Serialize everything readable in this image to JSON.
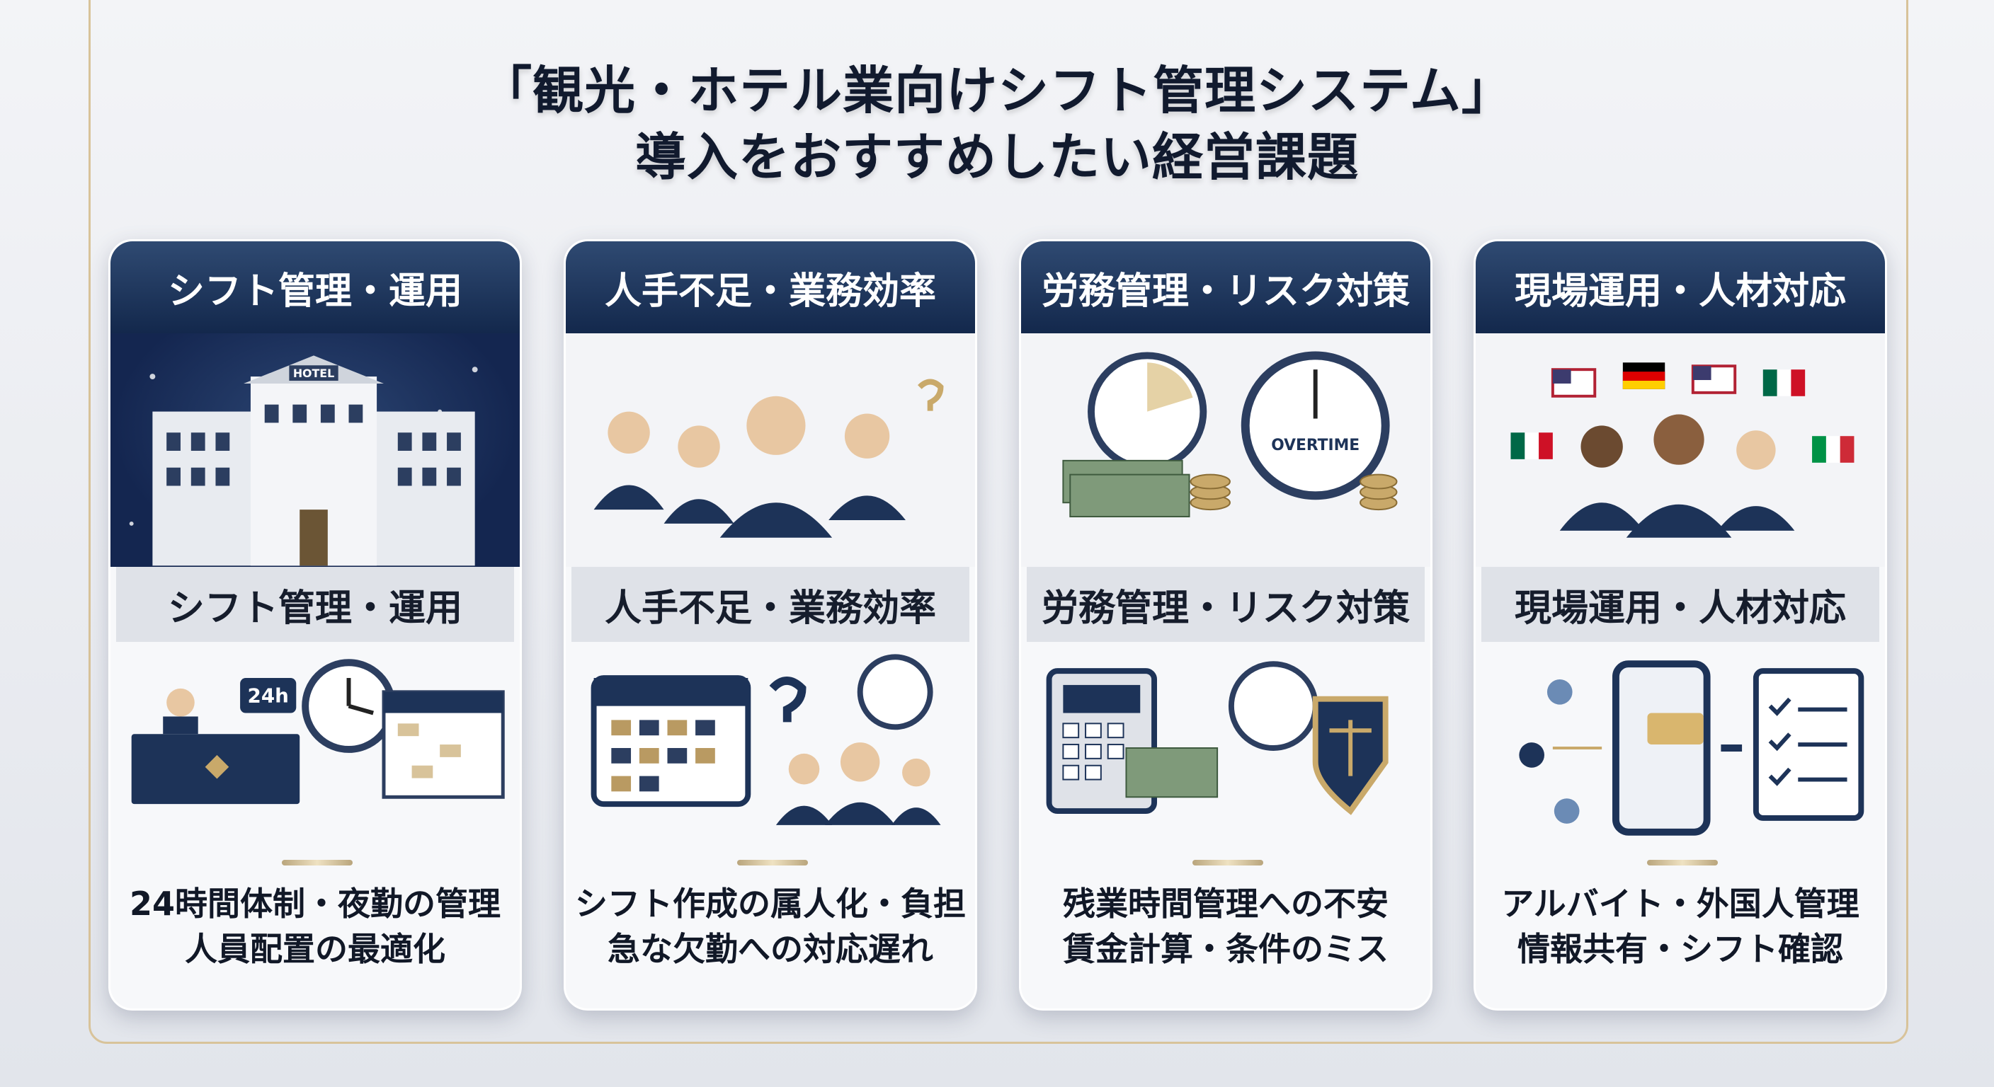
{
  "title": {
    "line1": "「観光・ホテル業向けシフト管理システム」",
    "line2": "導入をおすすめしたい経営課題"
  },
  "cards": [
    {
      "header": "シフト管理・運用",
      "subheader": "シフト管理・運用",
      "image_label": "HOTEL",
      "badge": "24h",
      "lines": [
        "24時間体制・夜勤の管理",
        "人員配置の最適化"
      ]
    },
    {
      "header": "人手不足・業務効率",
      "subheader": "人手不足・業務効率",
      "lines": [
        "シフト作成の属人化・負担",
        "急な欠勤への対応遅れ"
      ]
    },
    {
      "header": "労務管理・リスク対策",
      "subheader": "労務管理・リスク対策",
      "image_label": "OVERTIME",
      "lines": [
        "残業時間管理への不安",
        "賃金計算・条件のミス"
      ]
    },
    {
      "header": "現場運用・人材対応",
      "subheader": "現場運用・人材対応",
      "lines": [
        "アルバイト・外国人管理",
        "情報共有・シフト確認"
      ]
    }
  ],
  "colors": {
    "navy": "#13284c",
    "gold": "#c9a96a",
    "bg": "#eef0f4"
  }
}
